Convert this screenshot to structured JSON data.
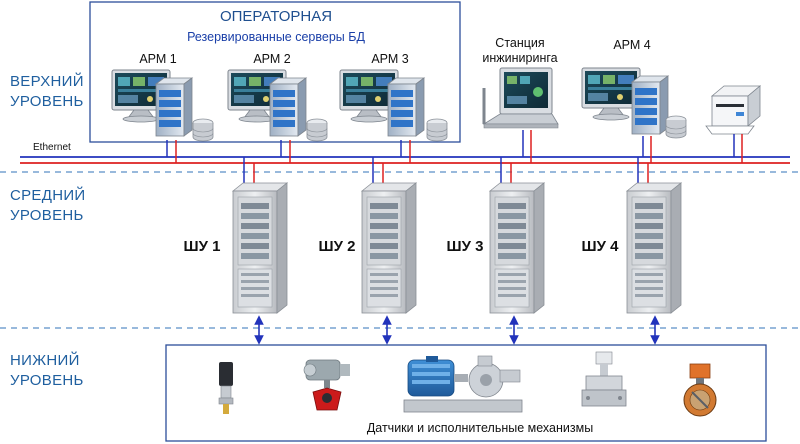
{
  "levels": {
    "upper": [
      "ВЕРХНИЙ",
      "УРОВЕНЬ"
    ],
    "middle": [
      "СРЕДНИЙ",
      "УРОВЕНЬ"
    ],
    "lower": [
      "НИЖНИЙ",
      "УРОВЕНЬ"
    ]
  },
  "operator_room": {
    "title": "ОПЕРАТОРНАЯ",
    "subtitle": "Резервированные серверы БД"
  },
  "workstations": {
    "arm1": "АРМ 1",
    "arm2": "АРМ 2",
    "arm3": "АРМ 3",
    "arm4": "АРМ 4",
    "eng_line1": "Станция",
    "eng_line2": "инжиниринга"
  },
  "network": {
    "label": "Ethernet"
  },
  "cabinets": [
    "ШУ 1",
    "ШУ 2",
    "ШУ 3",
    "ШУ 4"
  ],
  "field": {
    "caption": "Датчики и исполнительные механизмы"
  },
  "colors": {
    "line_blue": "#2233bb",
    "line_red": "#dd2020",
    "level_text": "#1f5f9f",
    "divider": "#5a8fc8"
  }
}
